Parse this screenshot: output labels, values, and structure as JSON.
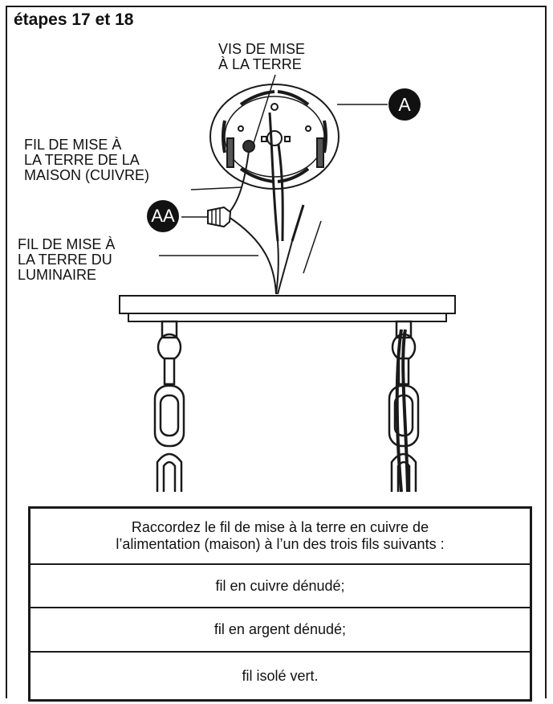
{
  "title": "étapes 17 et 18",
  "labels": {
    "ground_screw": [
      "VIS DE MISE",
      "À LA TERRE"
    ],
    "house_ground_wire": [
      "FIL DE MISE À",
      "LA TERRE DE LA",
      "MAISON (CUIVRE)"
    ],
    "fixture_ground_wire": [
      "FIL DE MISE À",
      "LA TERRE DU",
      "LUMINAIRE"
    ]
  },
  "badges": {
    "canopy_plate": "A",
    "wire_connector": "AA"
  },
  "instructions": {
    "header": [
      "Raccordez le fil de mise à la terre en cuivre de",
      "l’alimentation (maison) à l’un des trois fils suivants :"
    ],
    "options": [
      "fil en cuivre dénudé;",
      "fil en argent dénudé;",
      "fil isolé vert."
    ]
  }
}
